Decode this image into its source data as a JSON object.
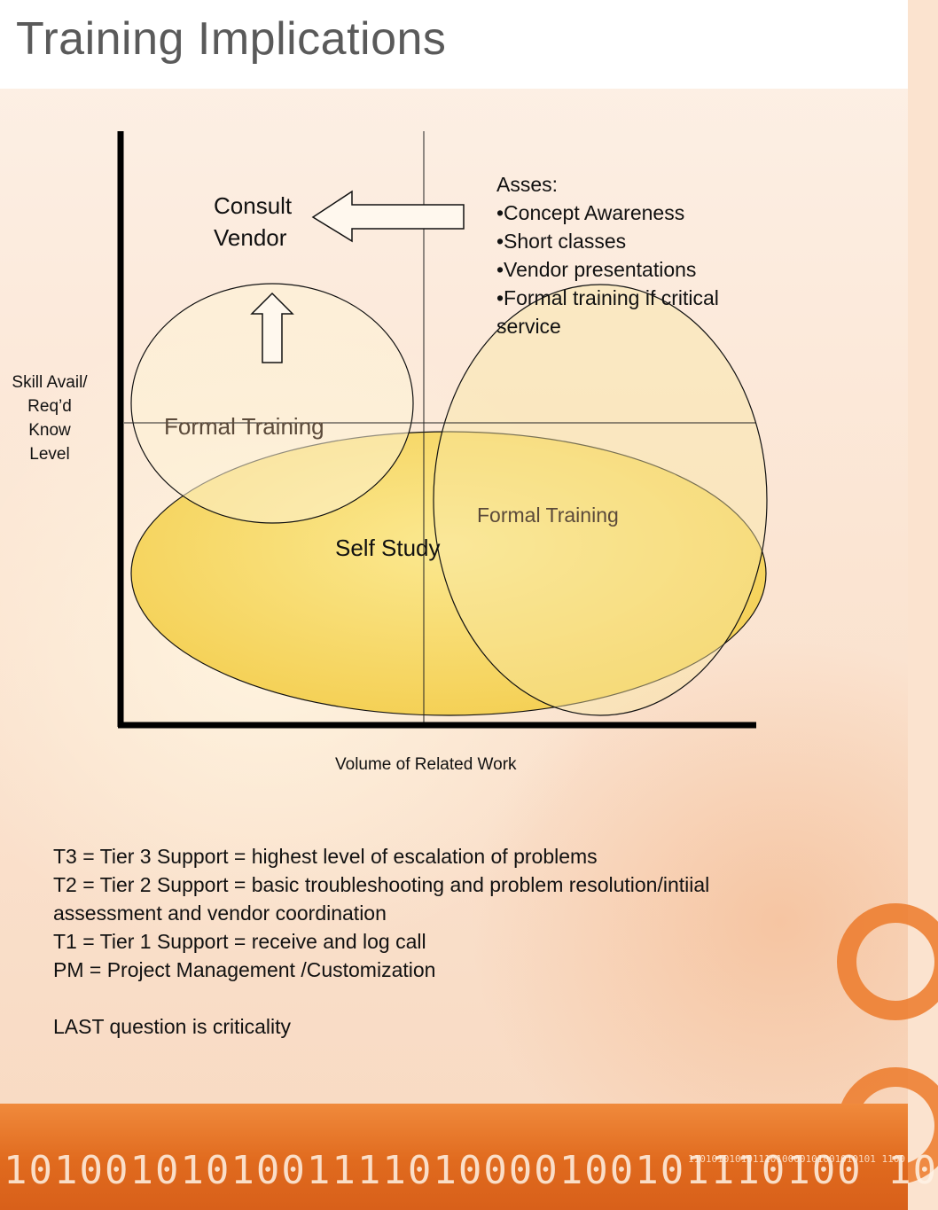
{
  "slide": {
    "title": "Training Implications"
  },
  "diagram": {
    "y_axis_label": [
      "Skill Avail/",
      "Req’d",
      "Know",
      "Level"
    ],
    "x_axis_label": "Volume of Related Work",
    "consult_vendor": [
      "Consult",
      "Vendor"
    ],
    "assess_heading": "Asses:",
    "assess_items": [
      "•Concept Awareness",
      "•Short classes",
      "•Vendor presentations",
      "•Formal training if critical"
    ],
    "assess_continuation": "service",
    "region_labels": {
      "formal_training_left": "Formal Training",
      "formal_training_right": "Formal Training",
      "self_study": "Self Study"
    },
    "colors": {
      "self_study_fill": "#f7d55e",
      "formal_left_fill": "#fbeecb",
      "formal_right_fill": "#f8e398",
      "axis": "#000000"
    }
  },
  "notes": [
    "T3  =  Tier 3 Support = highest level of escalation of problems",
    "T2  =  Tier 2 Support = basic troubleshooting and problem resolution/intiial",
    "assessment and vendor coordination",
    "T1  =  Tier 1 Support = receive and log call",
    "PM = Project Management /Customization",
    "",
    "LAST question is criticality"
  ],
  "footer": {
    "binary_large": "1010010101001111010000100101110100 10",
    "binary_small": "11010101010111010000101001010101 1100"
  }
}
